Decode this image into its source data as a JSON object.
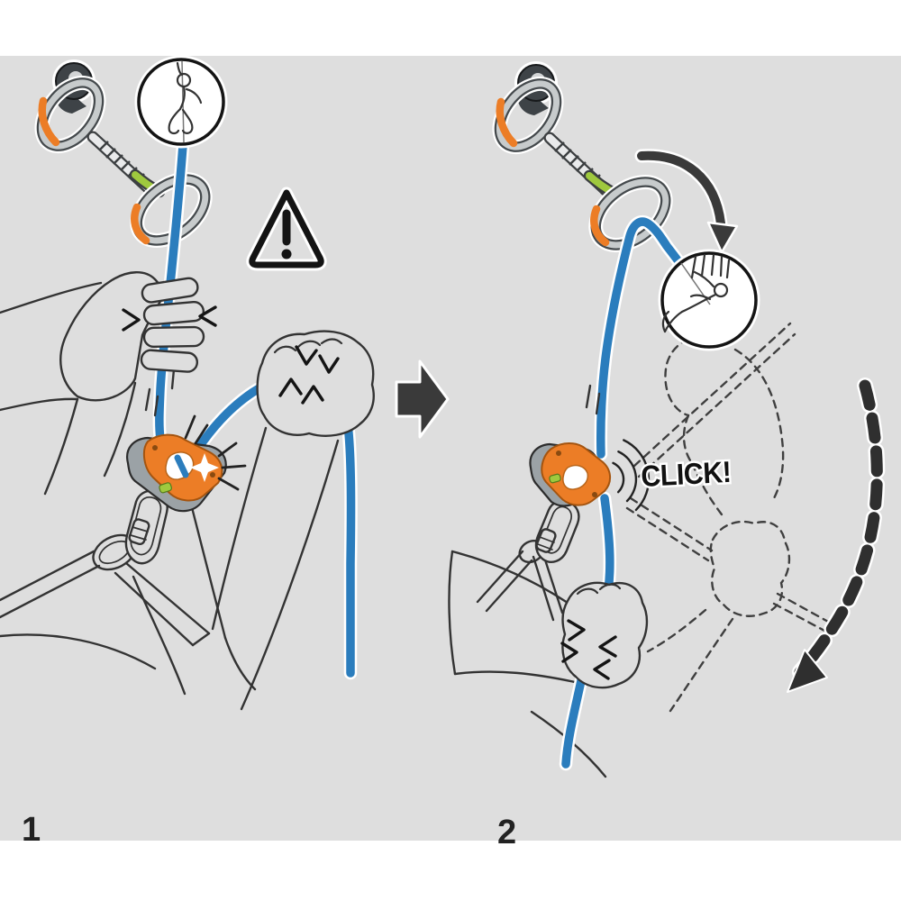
{
  "figure": {
    "kind": "belay-device-instruction-diagram",
    "steps": [
      {
        "label": "1",
        "inset_icon": "climbing-climber-icon",
        "annotation_icons": [
          "warning-triangle-icon",
          "hand-squeeze-marks"
        ]
      },
      {
        "label": "2",
        "inset_icon": "falling-climber-icon",
        "sound_label": "CLICK!",
        "annotation_icons": [
          "fall-arrow-icon",
          "pull-direction-dashed-arrow-icon",
          "click-sound-waves-icon"
        ]
      }
    ],
    "click": "CLICK!"
  },
  "labels": {
    "step1": "1",
    "step2": "2"
  },
  "colors": {
    "page-bg": "#ffffff",
    "panel-bg": "#dedede",
    "rope-blue": "#2b7dbd",
    "orange": "#ec7d26",
    "green": "#9fc93e",
    "metal": "#c7cbcc",
    "sling": "#e9eaeb",
    "plate-gray": "#9ba2a6",
    "arrow-dark": "#3a3a3a",
    "ink": "#1f1f1f"
  },
  "icons": [
    "climbing-climber-icon",
    "falling-climber-icon",
    "warning-triangle-icon",
    "step-arrow-icon",
    "fall-arrow-icon",
    "pull-direction-dashed-arrow-icon",
    "click-sound-waves-icon",
    "flash-icon",
    "bolt-hanger-icon",
    "quickdraw-icon",
    "belay-device-icon",
    "locking-carabiner-icon"
  ]
}
